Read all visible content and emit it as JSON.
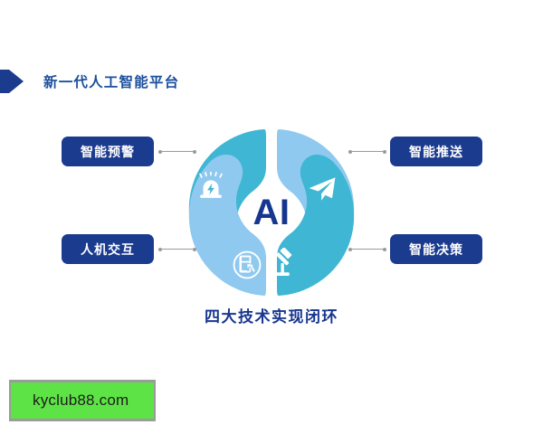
{
  "header": {
    "arrow_icon": "right-arrow-icon",
    "title": "新一代人工智能平台",
    "accent_color": "#1b4f9c"
  },
  "diagram": {
    "center_text": "AI",
    "center_text_color": "#17368f",
    "caption": "四大技术实现闭环",
    "quadrants": [
      {
        "position": "top-left",
        "label": "智能预警",
        "icon": "alarm-siren-icon",
        "color": "#3fb6d3"
      },
      {
        "position": "top-right",
        "label": "智能推送",
        "icon": "paper-plane-icon",
        "color": "#8fc9f0"
      },
      {
        "position": "bottom-left",
        "label": "人机交互",
        "icon": "hand-touch-icon",
        "color": "#8fc9f0"
      },
      {
        "position": "bottom-right",
        "label": "智能决策",
        "icon": "gavel-icon",
        "color": "#3fb6d3"
      }
    ],
    "label_box_color": "#1b3b8f",
    "connector_color": "#9a9a9a"
  },
  "watermark": {
    "text": "kyclub88.com",
    "background_color": "#5ee346",
    "border_color": "#9b9b9b"
  }
}
